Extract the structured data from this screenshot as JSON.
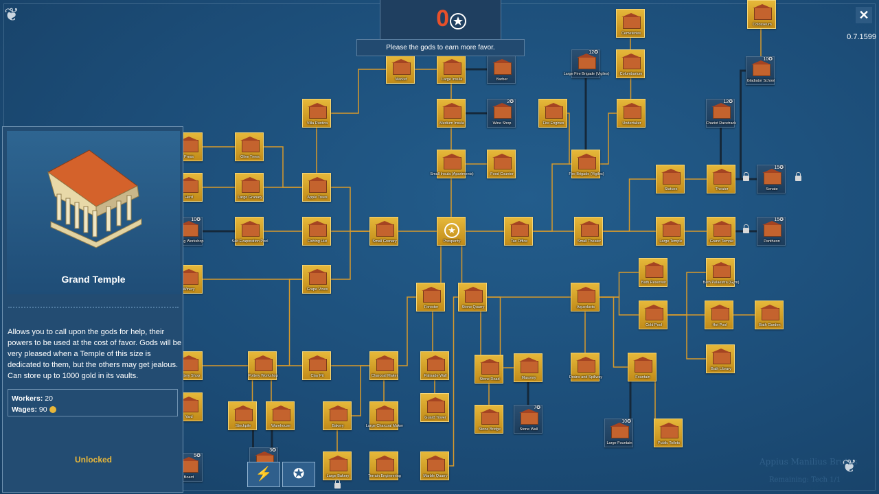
{
  "favor": {
    "value": "0",
    "message": "Please the gods to earn more favor."
  },
  "version": "0.7.1599",
  "close_label": "✕",
  "selected": {
    "name": "Grand Temple",
    "description": "Allows you to call upon the gods for help, their powers to be used at the cost of favor. Gods will be very pleased when a Temple of this size is dedicated to them, but the others may get jealous. Can store up to 1000 gold in its vaults.",
    "workers_label": "Workers:",
    "workers": "20",
    "wages_label": "Wages:",
    "wages": "90",
    "status": "Unlocked"
  },
  "watermarks": {
    "governor": "Appius Manilius Brutus",
    "subline": "Remaining: Tech 1/1"
  },
  "nodes": [
    {
      "id": "colosseum",
      "label": "Colosseum",
      "locked": false,
      "cost": ""
    },
    {
      "id": "cemeteries",
      "label": "Cemeteries",
      "locked": false,
      "cost": ""
    },
    {
      "id": "columbarium",
      "label": "Columbarium",
      "locked": false,
      "cost": ""
    },
    {
      "id": "large_fire",
      "label": "Large Fire Brigade (Vigiles)",
      "locked": true,
      "cost": "12"
    },
    {
      "id": "gladiator",
      "label": "Gladiator School",
      "locked": true,
      "cost": "10"
    },
    {
      "id": "market",
      "label": "Market",
      "locked": false,
      "cost": ""
    },
    {
      "id": "large_insula",
      "label": "Large Insula",
      "locked": false,
      "cost": ""
    },
    {
      "id": "barber",
      "label": "Barber",
      "locked": true,
      "cost": ""
    },
    {
      "id": "villa",
      "label": "Villa Rustica",
      "locked": false,
      "cost": ""
    },
    {
      "id": "medium_insula",
      "label": "Medium Insula",
      "locked": false,
      "cost": ""
    },
    {
      "id": "wine_shop",
      "label": "Wine Shop",
      "locked": true,
      "cost": "2"
    },
    {
      "id": "fire_engines",
      "label": "Fire Engines",
      "locked": false,
      "cost": ""
    },
    {
      "id": "undertaker",
      "label": "Undertaker",
      "locked": false,
      "cost": ""
    },
    {
      "id": "chariot",
      "label": "Chariot Racetrack",
      "locked": true,
      "cost": "12"
    },
    {
      "id": "press",
      "label": "Press",
      "locked": false,
      "cost": ""
    },
    {
      "id": "olive",
      "label": "Olive Trees",
      "locked": false,
      "cost": ""
    },
    {
      "id": "small_insula",
      "label": "Small Insula (Apartments)",
      "locked": false,
      "cost": ""
    },
    {
      "id": "food_counter",
      "label": "Food Counter",
      "locked": false,
      "cost": ""
    },
    {
      "id": "fire_brigade",
      "label": "Fire Brigade (Vigiles)",
      "locked": false,
      "cost": ""
    },
    {
      "id": "statues",
      "label": "Statues",
      "locked": false,
      "cost": ""
    },
    {
      "id": "theater",
      "label": "Theater",
      "locked": false,
      "cost": ""
    },
    {
      "id": "senate",
      "label": "Senate",
      "locked": true,
      "cost": "15"
    },
    {
      "id": "herd",
      "label": "Herd",
      "locked": false,
      "cost": ""
    },
    {
      "id": "large_granary",
      "label": "Large Granary",
      "locked": false,
      "cost": ""
    },
    {
      "id": "apple",
      "label": "Apple Trees",
      "locked": false,
      "cost": ""
    },
    {
      "id": "salting",
      "label": "Salting Workshop",
      "locked": true,
      "cost": "10"
    },
    {
      "id": "salt_pool",
      "label": "Salt Evaporation Pool",
      "locked": false,
      "cost": ""
    },
    {
      "id": "fishing_hut",
      "label": "Fishing Hut",
      "locked": false,
      "cost": ""
    },
    {
      "id": "small_granary",
      "label": "Small Granary",
      "locked": false,
      "cost": ""
    },
    {
      "id": "prosperity",
      "label": "Prosperity",
      "locked": false,
      "cost": ""
    },
    {
      "id": "tax_office",
      "label": "Tax Office",
      "locked": false,
      "cost": ""
    },
    {
      "id": "small_theater",
      "label": "Small Theater",
      "locked": false,
      "cost": ""
    },
    {
      "id": "large_temple",
      "label": "Large Temple",
      "locked": false,
      "cost": ""
    },
    {
      "id": "grand_temple",
      "label": "Grand Temple",
      "locked": false,
      "cost": ""
    },
    {
      "id": "pantheon",
      "label": "Pantheon",
      "locked": true,
      "cost": "15"
    },
    {
      "id": "bath_reservoir",
      "label": "Bath Reservoir",
      "locked": false,
      "cost": ""
    },
    {
      "id": "bath_palaestra",
      "label": "Bath Palaestra (Gym)",
      "locked": false,
      "cost": ""
    },
    {
      "id": "winery",
      "label": "Winery",
      "locked": false,
      "cost": ""
    },
    {
      "id": "grape",
      "label": "Grape Vines",
      "locked": false,
      "cost": ""
    },
    {
      "id": "forester",
      "label": "Forester",
      "locked": false,
      "cost": ""
    },
    {
      "id": "stone_quarry",
      "label": "Stone Quarry",
      "locked": false,
      "cost": ""
    },
    {
      "id": "aqueducts",
      "label": "Aqueducts",
      "locked": false,
      "cost": ""
    },
    {
      "id": "cold_pool",
      "label": "Cold Pool",
      "locked": false,
      "cost": ""
    },
    {
      "id": "hot_pool",
      "label": "Hot Pool",
      "locked": false,
      "cost": ""
    },
    {
      "id": "bath_garden",
      "label": "Bath Garden",
      "locked": false,
      "cost": ""
    },
    {
      "id": "pottery",
      "label": "Pottery Shop",
      "locked": false,
      "cost": ""
    },
    {
      "id": "pottery_ws",
      "label": "Pottery Workshop",
      "locked": false,
      "cost": ""
    },
    {
      "id": "clay_pit",
      "label": "Clay Pit",
      "locked": false,
      "cost": ""
    },
    {
      "id": "charcoal",
      "label": "Charcoal Maker",
      "locked": false,
      "cost": ""
    },
    {
      "id": "palisade",
      "label": "Palisade Wall",
      "locked": false,
      "cost": ""
    },
    {
      "id": "stone_road",
      "label": "Stone Road",
      "locked": false,
      "cost": ""
    },
    {
      "id": "masonry",
      "label": "Masonry",
      "locked": false,
      "cost": ""
    },
    {
      "id": "drains",
      "label": "Drains and Spillway",
      "locked": false,
      "cost": ""
    },
    {
      "id": "fountain",
      "label": "Fountain",
      "locked": false,
      "cost": ""
    },
    {
      "id": "bath_library",
      "label": "Bath Library",
      "locked": false,
      "cost": ""
    },
    {
      "id": "yard",
      "label": "Yard",
      "locked": false,
      "cost": ""
    },
    {
      "id": "stockpile",
      "label": "Stockpile",
      "locked": false,
      "cost": ""
    },
    {
      "id": "warehouse",
      "label": "Warehouse",
      "locked": false,
      "cost": ""
    },
    {
      "id": "bakery",
      "label": "Bakery",
      "locked": false,
      "cost": ""
    },
    {
      "id": "large_charcoal",
      "label": "Large Charcoal Maker",
      "locked": false,
      "cost": ""
    },
    {
      "id": "guard_tower",
      "label": "Guard Tower",
      "locked": false,
      "cost": ""
    },
    {
      "id": "stone_bridge",
      "label": "Stone Bridge",
      "locked": false,
      "cost": ""
    },
    {
      "id": "stone_wall",
      "label": "Stone Wall",
      "locked": true,
      "cost": "7"
    },
    {
      "id": "large_fountain",
      "label": "Large Fountain",
      "locked": true,
      "cost": "10"
    },
    {
      "id": "public_toilets",
      "label": "Public Toilets",
      "locked": false,
      "cost": ""
    },
    {
      "id": "large_bakery",
      "label": "Large Bakery",
      "locked": false,
      "cost": ""
    },
    {
      "id": "terrain",
      "label": "Terrain Engineering",
      "locked": false,
      "cost": ""
    },
    {
      "id": "marble",
      "label": "Marble Quarry",
      "locked": false,
      "cost": ""
    },
    {
      "id": "board",
      "label": "Board",
      "locked": true,
      "cost": "5"
    },
    {
      "id": "small_unit",
      "label": "",
      "locked": true,
      "cost": "3"
    }
  ],
  "bottom_buttons": [
    {
      "id": "powers",
      "icon": "lightning-icon"
    },
    {
      "id": "favor",
      "icon": "laurel-star-icon"
    }
  ]
}
